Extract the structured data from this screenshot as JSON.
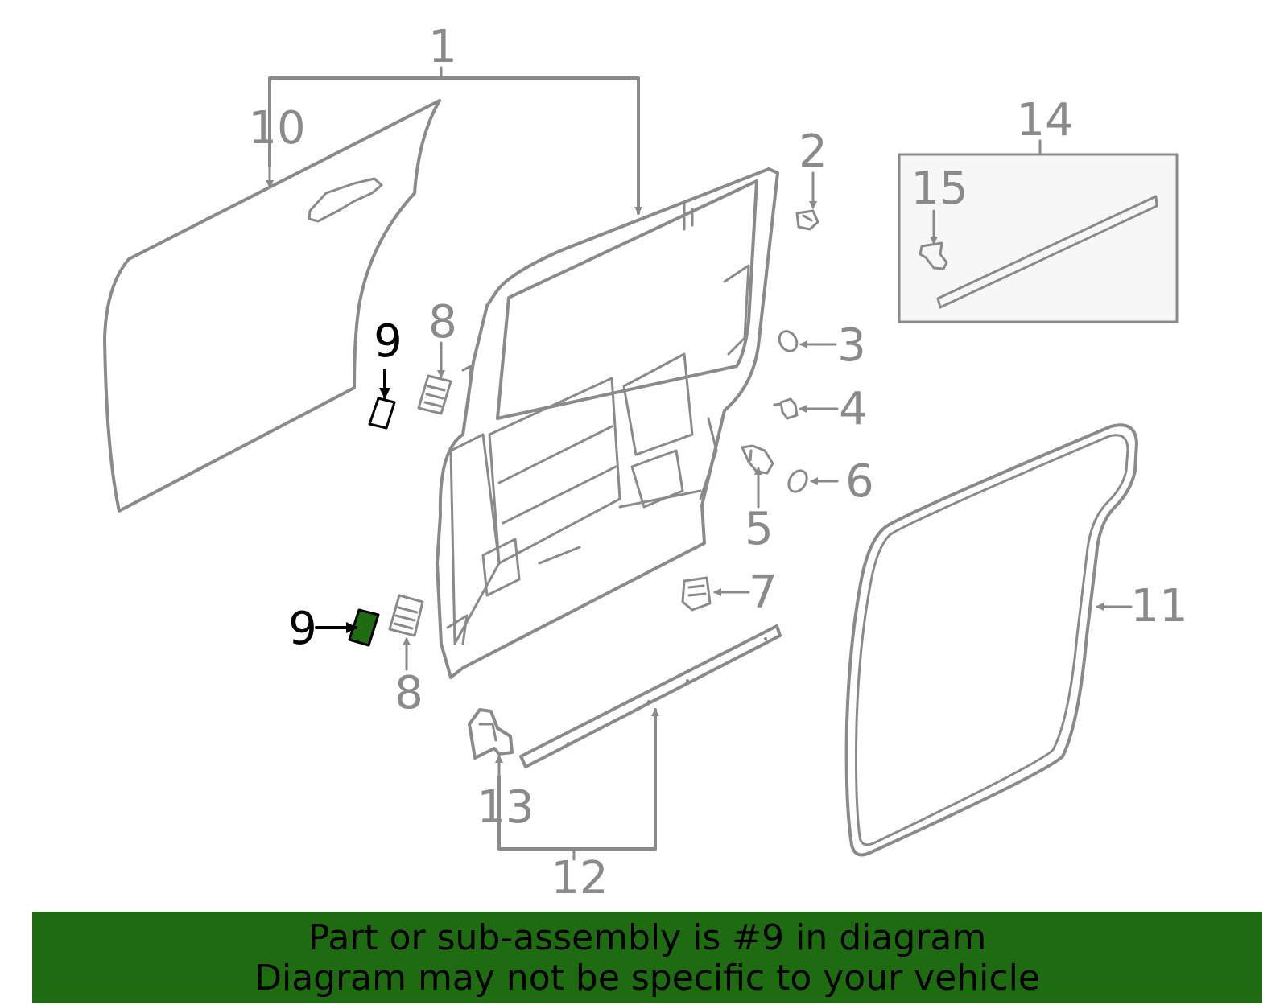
{
  "callouts": {
    "c1": "1",
    "c2": "2",
    "c3": "3",
    "c4": "4",
    "c5": "5",
    "c6": "6",
    "c7": "7",
    "c8a": "8",
    "c8b": "8",
    "c9a": "9",
    "c9b": "9",
    "c10": "10",
    "c11": "11",
    "c12": "12",
    "c13": "13",
    "c14": "14",
    "c15": "15"
  },
  "highlight_part": "9",
  "colors": {
    "line": "#8a8a8a",
    "highlight": "#1f6b12",
    "banner_bg": "#1f6b12",
    "text_dark": "#000000"
  },
  "banner": {
    "line1": "Part or sub-assembly is #9 in diagram",
    "line2": "Diagram may not be specific to your vehicle"
  }
}
